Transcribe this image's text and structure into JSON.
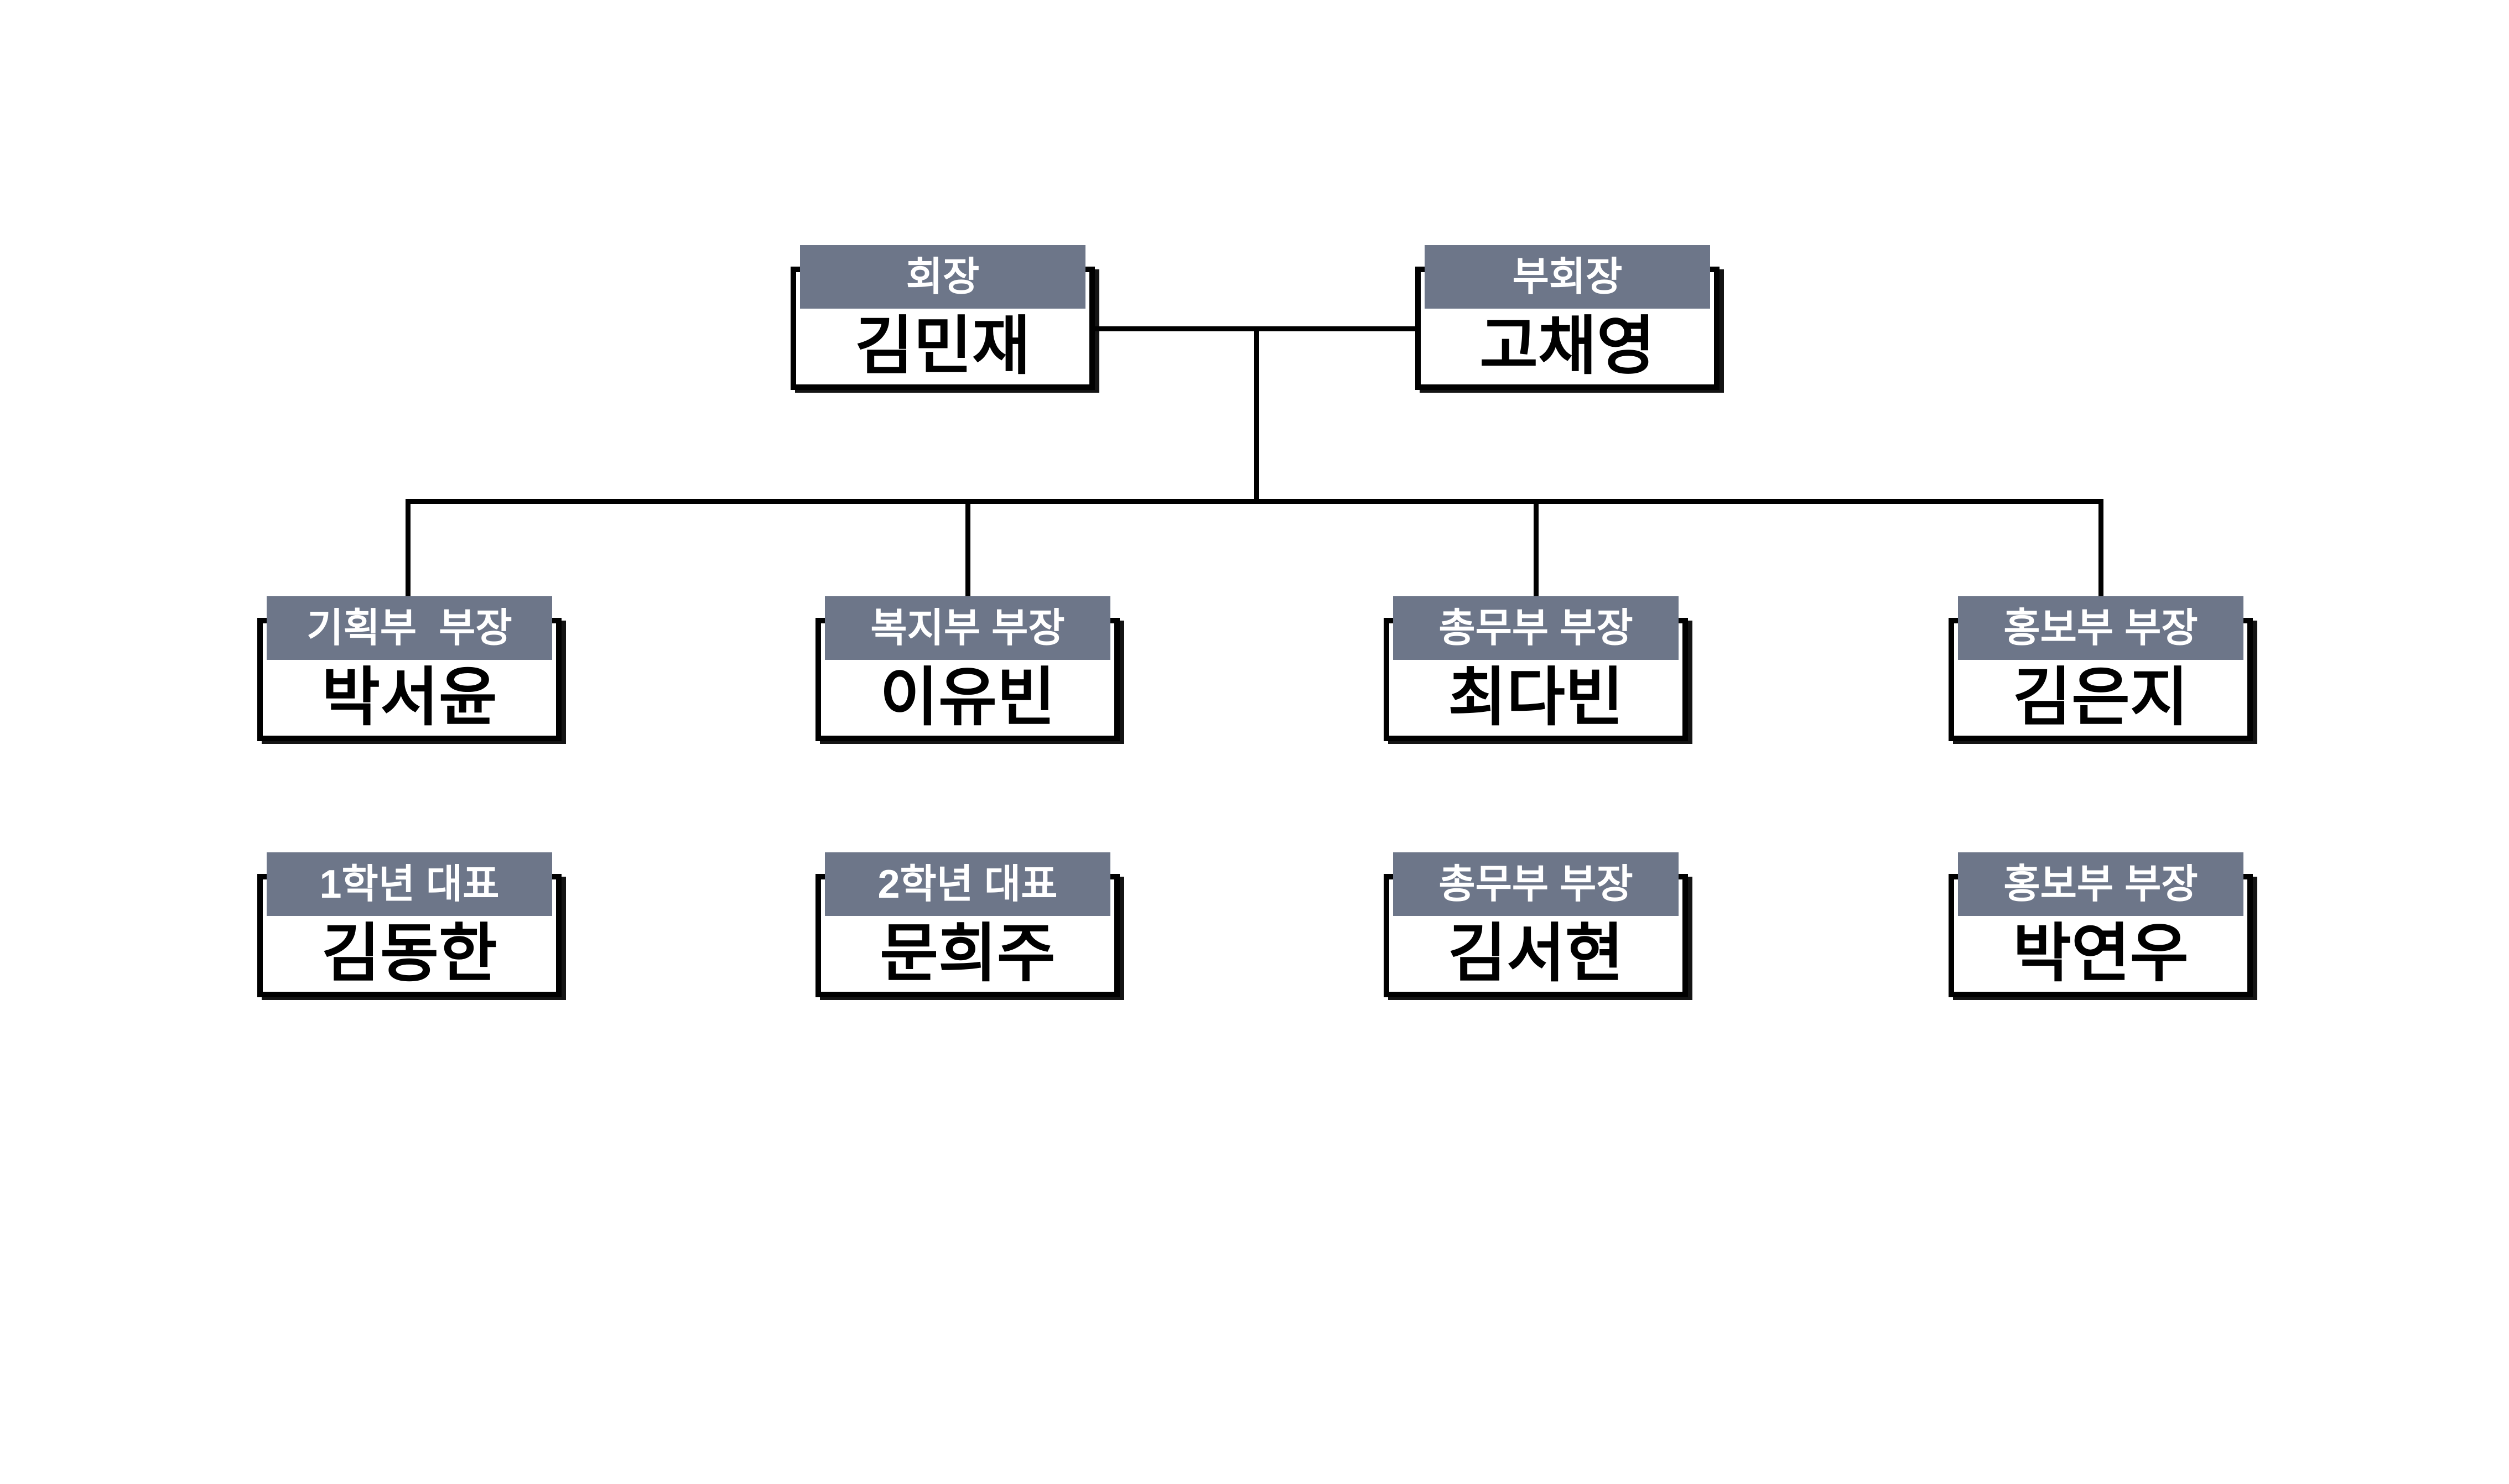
{
  "org_chart": {
    "top_row": [
      {
        "role": "회장",
        "name": "김민재"
      },
      {
        "role": "부회장",
        "name": "고채영"
      }
    ],
    "middle_row": [
      {
        "role": "기획부  부장",
        "name": "박서윤"
      },
      {
        "role": "복지부 부장",
        "name": "이유빈"
      },
      {
        "role": "총무부 부장",
        "name": "최다빈"
      },
      {
        "role": "홍보부 부장",
        "name": "김은지"
      }
    ],
    "bottom_row": [
      {
        "role": "1학년 대표",
        "name": "김동한"
      },
      {
        "role": "2학년 대표",
        "name": "문희주"
      },
      {
        "role": "총무부 부장",
        "name": "김서현"
      },
      {
        "role": "홍보부 부장",
        "name": "박연우"
      }
    ]
  },
  "colors": {
    "background": "#ffffff",
    "role_tab_background": "#6d7689",
    "role_tab_text": "#ffffff",
    "box_border": "#000000",
    "name_text": "#000000",
    "connector_line": "#000000"
  }
}
